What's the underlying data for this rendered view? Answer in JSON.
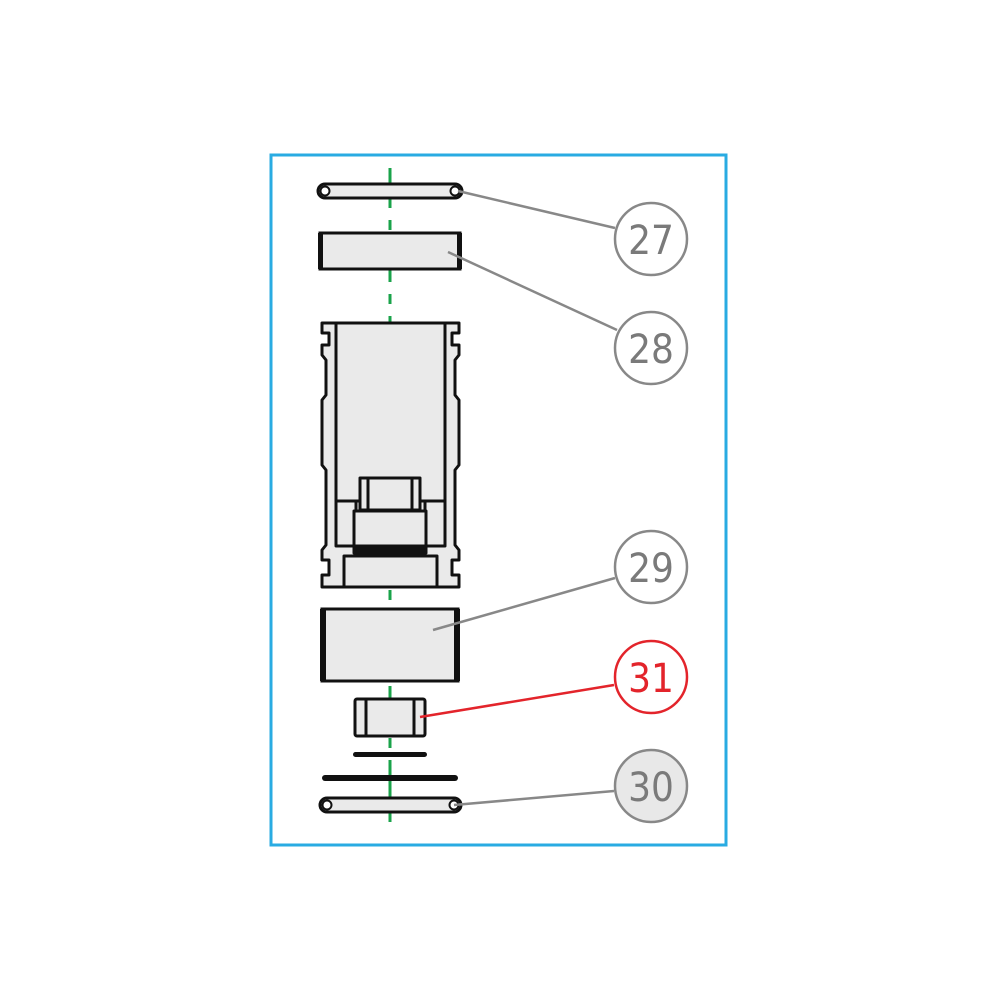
{
  "frame": {
    "border_color": "#29abe2"
  },
  "colors": {
    "part_fill": "#eaeaea",
    "part_stroke": "#111111",
    "centerline": "#1aa34a",
    "leader_default": "#888888",
    "leader_highlight": "#e3242b",
    "bubble_default_text": "#7a7a7a",
    "bubble_highlight_text": "#e3242b",
    "bubble_filled_bg": "#e8e8e8"
  },
  "callouts": [
    {
      "id": "27",
      "label": "27",
      "part": "o-ring-top",
      "highlighted": false,
      "filled": false
    },
    {
      "id": "28",
      "label": "28",
      "part": "top-ring",
      "highlighted": false,
      "filled": false
    },
    {
      "id": "29",
      "label": "29",
      "part": "sleeve",
      "highlighted": false,
      "filled": false
    },
    {
      "id": "31",
      "label": "31",
      "part": "small-bushing",
      "highlighted": true,
      "filled": false
    },
    {
      "id": "30",
      "label": "30",
      "part": "o-ring-bottom",
      "highlighted": false,
      "filled": true
    }
  ]
}
